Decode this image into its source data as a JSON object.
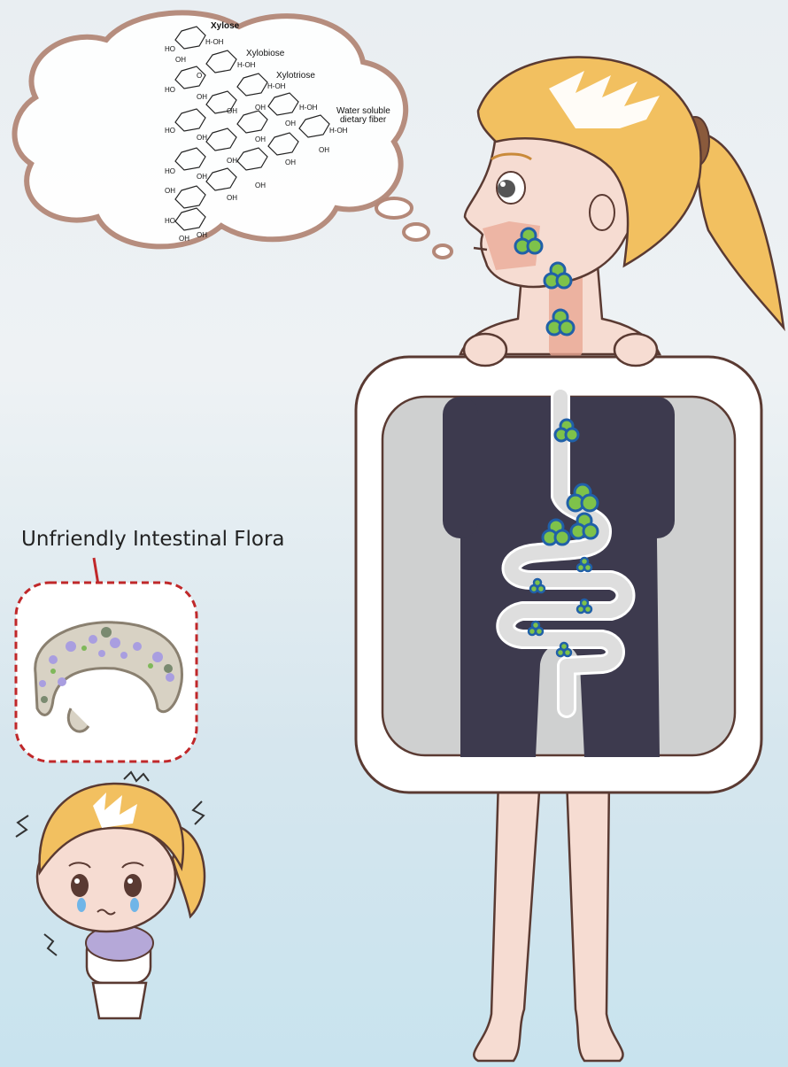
{
  "thought_bubble": {
    "molecule_labels": {
      "xylose": "Xylose",
      "xylobiose": "Xylobiose",
      "xylotriose": "Xylotriose",
      "fiber_line1": "Water soluble",
      "fiber_line2": "dietary fiber"
    },
    "groups": [
      "H-OH",
      "OH",
      "O",
      "HO"
    ]
  },
  "callout": {
    "label": "Unfriendly Intestinal Flora"
  },
  "colors": {
    "skin": "#f6dcd2",
    "hair": "#f2c060",
    "body_panel": "#3d3a4e",
    "frame": "#ffffff",
    "intestine": "#dedede",
    "particle_fill": "#7ec24a",
    "particle_outline": "#2060a8",
    "callout_border": "#c0282a",
    "throat": "#eaa894"
  },
  "icons": [
    "thought-bubble-icon",
    "sad-girl-icon",
    "bacteria-colony-icon",
    "fiber-particle-icon"
  ]
}
